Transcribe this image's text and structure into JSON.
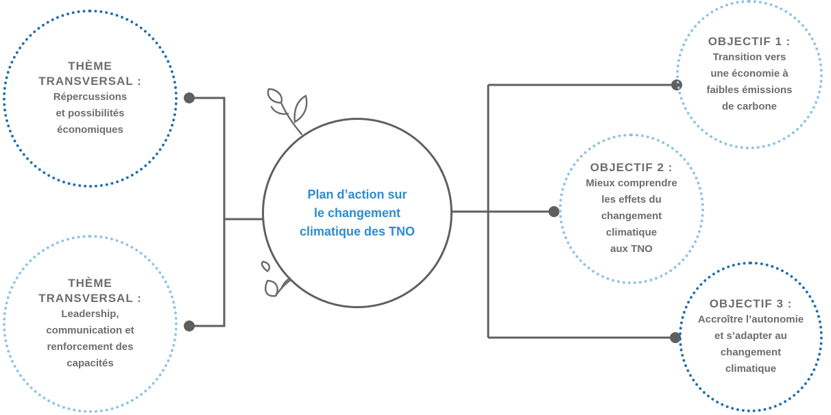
{
  "center": {
    "text": "Plan d’action sur\nle changement\nclimatique des TNO"
  },
  "themes": [
    {
      "title": "THÈME\nTRANSVERSAL :",
      "body": "Répercussions\net possibilités\néconomiques"
    },
    {
      "title": "THÈME\nTRANSVERSAL :",
      "body": "Leadership,\ncommunication et\nrenforcement des\ncapacités"
    }
  ],
  "objectives": [
    {
      "title": "OBJECTIF 1 :",
      "body": "Transition vers\nune économie à\nfaibles émissions\nde carbone"
    },
    {
      "title": "OBJECTIF 2 :",
      "body": "Mieux comprendre\nles effets du\nchangement\nclimatique\naux TNO"
    },
    {
      "title": "OBJECTIF 3 :",
      "body": "Accroître l’autonomie\net s’adapter au\nchangement\nclimatique"
    }
  ],
  "colors": {
    "dark_blue_dots": "#1f6fb0",
    "light_blue_dots": "#8ec3e6",
    "connector_gray": "#5f5f5f",
    "text_gray": "#6d6d6d",
    "center_text_blue": "#2d8bd0"
  },
  "icons": [
    "leaf-sprig-icon",
    "leaf-sprig-icon"
  ]
}
